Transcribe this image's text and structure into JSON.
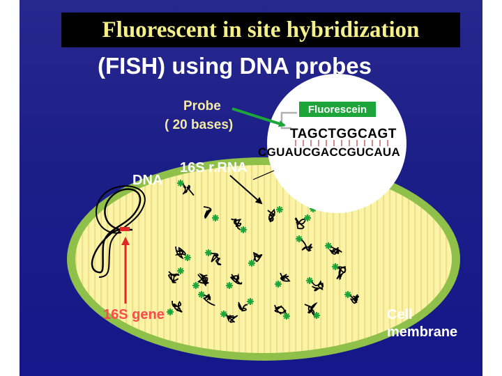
{
  "title": {
    "line1": "Fluorescent in site hybridization",
    "line2": "(FISH) using DNA probes"
  },
  "diagram": {
    "probe_label": "Probe",
    "probe_size": "(   20 bases)",
    "fluorescein_label": "Fluorescein",
    "probe_sequence": "TAGCTGGCAGT",
    "rrna_sequence": "CGUAUCGACCGUCAUA",
    "dna_label": "DNA",
    "rrna_label": "16S r.RNA",
    "gene_label": "16S gene",
    "membrane_label_line1": "Cell",
    "membrane_label_line2": "membrane"
  },
  "colors": {
    "background": "#1d1f88",
    "title_text": "#f6f08a",
    "cell_fill": "#fbf4a6",
    "cell_border": "#8ec04a",
    "probe_arrow": "#1ea53a",
    "gene_arrow": "#e02626",
    "gene_text": "#ff4a4a",
    "fluorescein_box": "#1ea53a",
    "label_text": "#ffffff"
  }
}
